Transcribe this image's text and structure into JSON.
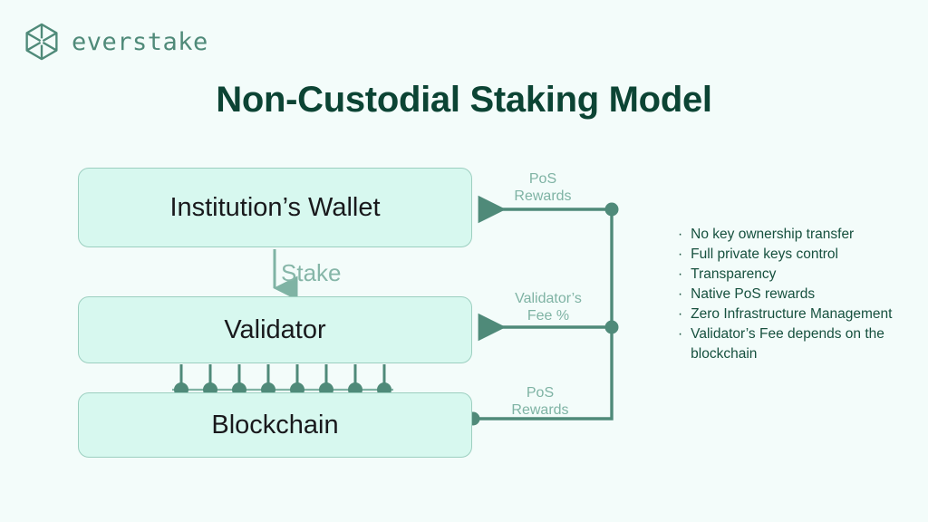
{
  "brand": {
    "name": "everstake",
    "logo_icon": "hexagon-logo-icon",
    "color": "#4f8a79"
  },
  "title": "Non-Custodial Staking Model",
  "colors": {
    "background": "#f3fcfa",
    "title": "#0c4434",
    "box_fill": "#d7f8ef",
    "box_border": "#9ccfc0",
    "connector": "#4f8a79",
    "muted_label": "#7fb3a4",
    "bullet_text": "#16503e"
  },
  "diagram": {
    "nodes": [
      {
        "id": "wallet",
        "label": "Institution’s Wallet"
      },
      {
        "id": "validator",
        "label": "Validator"
      },
      {
        "id": "blockchain",
        "label": "Blockchain"
      }
    ],
    "edges": [
      {
        "id": "stake",
        "label": "Stake",
        "from": "wallet",
        "to": "validator",
        "direction": "down"
      },
      {
        "id": "pos-top",
        "label": "PoS\nRewards",
        "from": "blockchain",
        "to": "wallet",
        "direction": "left"
      },
      {
        "id": "validator-fee",
        "label": "Validator’s\nFee %",
        "from": "blockchain",
        "to": "validator",
        "direction": "left"
      },
      {
        "id": "pos-bottom",
        "label": "PoS\nRewards",
        "from": "blockchain",
        "to": "bus",
        "direction": "right"
      }
    ],
    "connector_dots": 8
  },
  "benefits": {
    "bullet_glyph": "·",
    "items": [
      "No key ownership transfer",
      "Full private keys control",
      "Transparency",
      "Native PoS rewards",
      "Zero Infrastructure Management",
      "Validator’s Fee depends on the blockchain"
    ]
  }
}
